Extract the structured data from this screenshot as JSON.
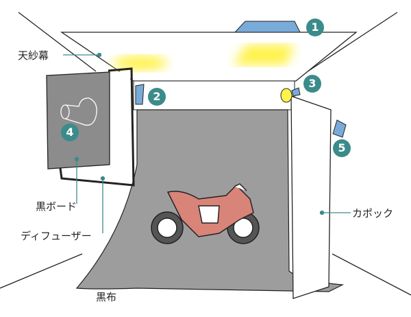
{
  "labels": {
    "ceiling_diffuser": "天紗幕",
    "black_board": "黒ボード",
    "diffuser": "ディフューザー",
    "kapok": "カポック",
    "black_cloth": "黒布"
  },
  "light_numbers": [
    "1",
    "2",
    "3",
    "4",
    "5"
  ],
  "colors": {
    "light": "#79abd9",
    "badge": "#3c8b8b",
    "glow": "#fff24a",
    "cloth": "#9d9d9d",
    "board": "#8c8c8c",
    "bike": "#d98478"
  }
}
